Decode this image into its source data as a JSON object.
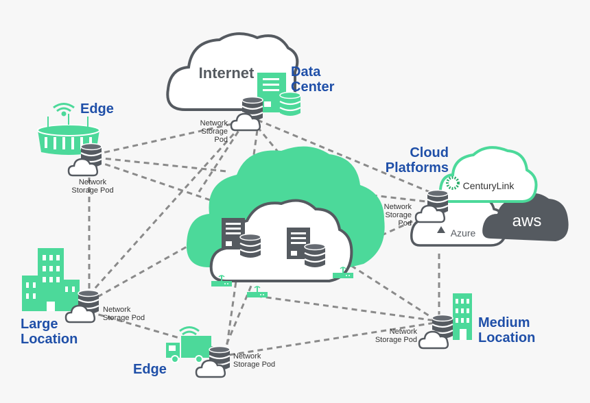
{
  "diagram": {
    "internet": "Internet",
    "data_center": [
      "Data",
      "Center"
    ],
    "cloud_platforms": [
      "Cloud",
      "Platforms"
    ],
    "centurylink": "CenturyLink",
    "azure": "Azure",
    "aws": "aws",
    "edge_top": "Edge",
    "edge_bottom": "Edge",
    "large_location": [
      "Large",
      "Location"
    ],
    "medium_location": [
      "Medium",
      "Location"
    ],
    "pod_label": [
      "Network",
      "Storage Pod"
    ],
    "pod_label_3line": [
      "Network",
      "Storage",
      "Pod"
    ]
  },
  "colors": {
    "green": "#4cd99a",
    "dark": "#555a60",
    "blue": "#1f4fa8",
    "dash": "#8a8a8a"
  },
  "icons": [
    "cloud-icon",
    "server-icon",
    "database-icon",
    "wifi-icon",
    "truck-icon",
    "stadium-icon",
    "building-icon",
    "router-icon"
  ]
}
